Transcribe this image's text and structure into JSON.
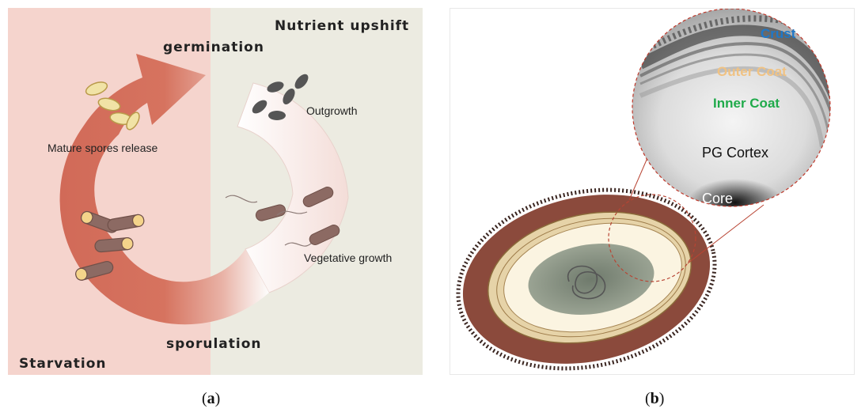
{
  "panel_a": {
    "labels": {
      "germination": "germination",
      "nutrient_upshift": "Nutrient upshift",
      "outgrowth": "Outgrowth",
      "mature_spores_release": "Mature spores release",
      "vegetative_growth": "Vegetative growth",
      "sporulation": "sporulation",
      "starvation": "Starvation"
    },
    "colors": {
      "starvation_bg": "#f5d4cd",
      "nutrient_bg": "#ecebe1",
      "arrow": "#d4705e",
      "spore_fill": "#f1e3a6",
      "spore_dark": "#555555",
      "cell": "#8c6a63"
    }
  },
  "panel_b": {
    "layers": {
      "crust": "Crust",
      "outer_coat": "Outer Coat",
      "inner_coat": "Inner Coat",
      "pg_cortex": "PG Cortex",
      "core": "Core"
    },
    "colors": {
      "crust": "#1f78c8",
      "outer_coat": "#f0c283",
      "inner_coat": "#1faa4a",
      "pg_cortex": "#111111",
      "core": "#ffffff",
      "spore_brown": "#8b4a3c",
      "cortex_cream": "#fbf4e1",
      "core_gray": "#7f8a7a"
    }
  },
  "captions": {
    "a_open": "(",
    "a_letter": "a",
    "a_close": ")",
    "b_open": "(",
    "b_letter": "b",
    "b_close": ")"
  }
}
